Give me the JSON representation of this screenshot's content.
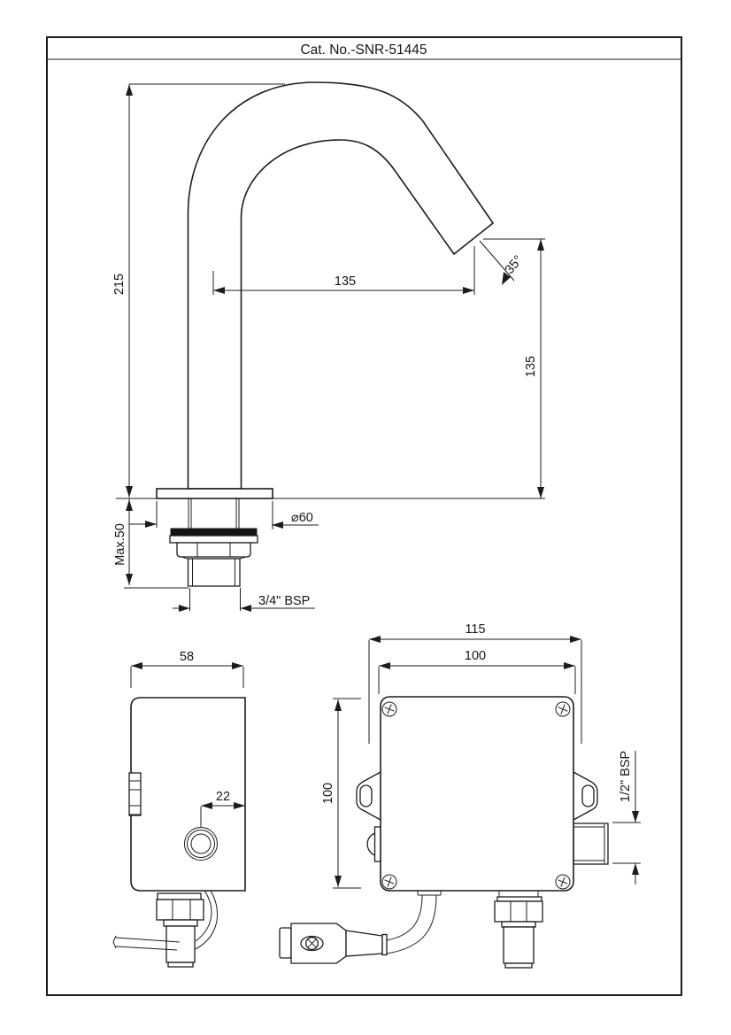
{
  "title": "Cat. No.-SNR-51445",
  "dims": {
    "spout_height": "215",
    "spout_reach": "135",
    "spout_angle": "35°",
    "outlet_height": "135",
    "max_deck_thickness": "Max.50",
    "flange_diameter": "⌀60",
    "inlet_thread": "3/4\" BSP",
    "control_box_depth": "58",
    "sensor_offset": "22",
    "box_width_overall": "115",
    "box_width": "100",
    "box_height": "100",
    "outlet_thread": "1/2\" BSP"
  }
}
